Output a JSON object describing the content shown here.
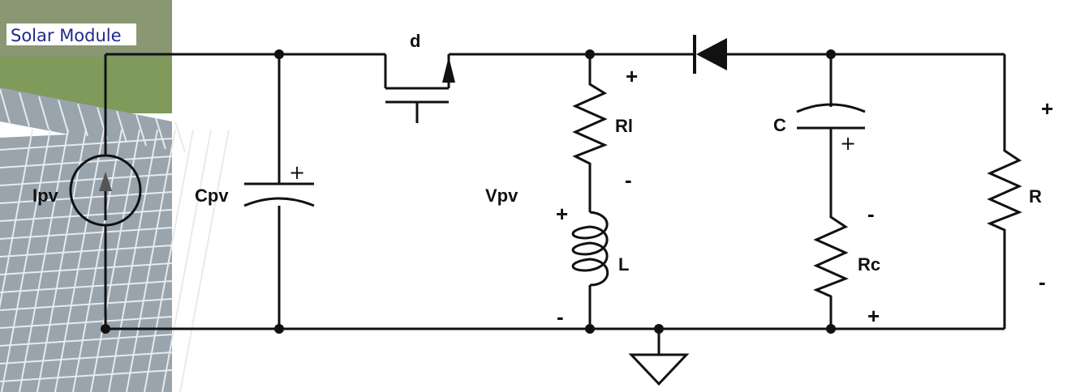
{
  "photo": {
    "caption": "Solar Module",
    "caption_color": "#1f2a8a",
    "sky_color": "#c9d6c0",
    "grass_color": "#7f9a5a",
    "panel_color": "#9aa4ad",
    "panel_line_color": "#e6ebee"
  },
  "colors": {
    "wire": "#111111",
    "dot": "#111111"
  },
  "labels": {
    "source": "Ipv",
    "cpv": "Cpv",
    "switch": "d",
    "vpv": "Vpv",
    "rl": "Rl",
    "inductor": "L",
    "cap": "C",
    "rc": "Rc",
    "load": "R"
  },
  "signs": {
    "rl_plus": "+",
    "rl_minus": "-",
    "l_plus": "+",
    "l_minus": "-",
    "c_minus": "-",
    "rc_plus": "+",
    "r_plus": "+",
    "r_minus": "-",
    "cpv_pol": "+",
    "c_pol": "+"
  }
}
